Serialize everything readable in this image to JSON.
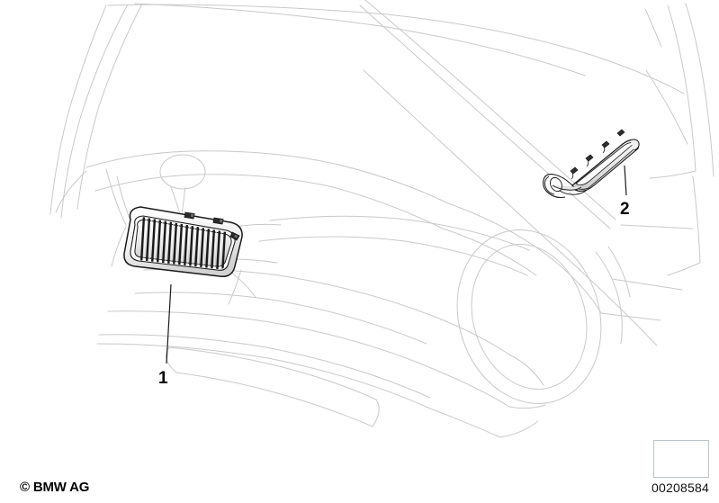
{
  "document": {
    "type": "parts-illustration",
    "subject": "BMW front end — kidney grille and side trim strip",
    "copyright": "© BMW AG",
    "part_number": "00208584",
    "logo_icon": "arrow-up-right-3d-icon"
  },
  "callouts": [
    {
      "id": "1",
      "label": "1",
      "target": "kidney-grille",
      "leader_from": [
        190,
        318
      ],
      "leader_to": [
        185,
        405
      ]
    },
    {
      "id": "2",
      "label": "2",
      "target": "side-trim-strip",
      "leader_from": [
        694,
        185
      ],
      "leader_to": [
        696,
        218
      ]
    }
  ],
  "colors": {
    "background": "#ffffff",
    "body_outline": "#c9c9c9",
    "part_outline": "#1a1a1a",
    "part_fill_light": "#f2f2f2",
    "part_fill_mid": "#d8d8d8",
    "text": "#000000",
    "logo_border": "#b9c4cc"
  },
  "parts": {
    "grille": {
      "name": "kidney-grille",
      "slat_count": 16,
      "clip_count": 3
    },
    "trim": {
      "name": "side-trim-strip",
      "clip_count": 4
    }
  }
}
